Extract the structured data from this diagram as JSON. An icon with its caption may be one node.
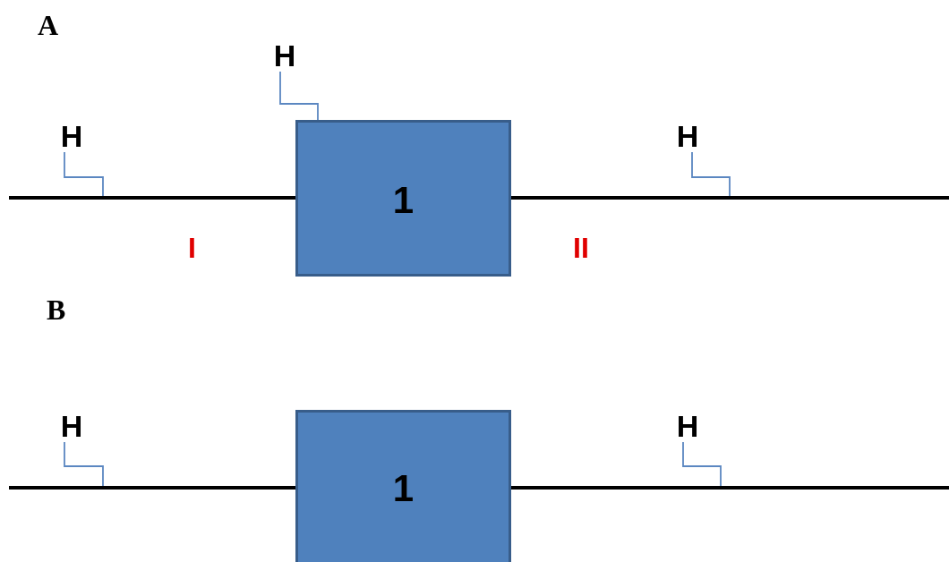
{
  "diagram": {
    "nodes": [
      {
        "text": [
          "H"
        ]
      },
      {
        "text": [
          "H"
        ]
      },
      {
        "text": [
          "1"
        ]
      },
      {
        "text": [
          "H"
        ]
      },
      {
        "text": [
          "H"
        ]
      },
      {
        "text": [
          "1"
        ]
      },
      {
        "text": [
          "H"
        ]
      }
    ],
    "edges": [
      {
        "from": 0,
        "to": 2,
        "arrow": "none"
      },
      {
        "from": 1,
        "to": null,
        "arrow": "none"
      },
      {
        "from": 3,
        "to": null,
        "arrow": "none"
      },
      {
        "from": 4,
        "to": null,
        "arrow": "none"
      },
      {
        "from": 6,
        "to": null,
        "arrow": "none"
      },
      {
        "from": null,
        "to": 2,
        "arrow": "none",
        "style": "thick",
        "color": "#000000"
      },
      {
        "from": 2,
        "to": null,
        "arrow": "none",
        "style": "thick",
        "color": "#000000"
      },
      {
        "from": null,
        "to": 5,
        "arrow": "none",
        "style": "thick",
        "color": "#000000"
      },
      {
        "from": 5,
        "to": null,
        "arrow": "none",
        "style": "thick",
        "color": "#000000"
      }
    ],
    "labels": [
      "A",
      "I",
      "II",
      "B"
    ]
  }
}
